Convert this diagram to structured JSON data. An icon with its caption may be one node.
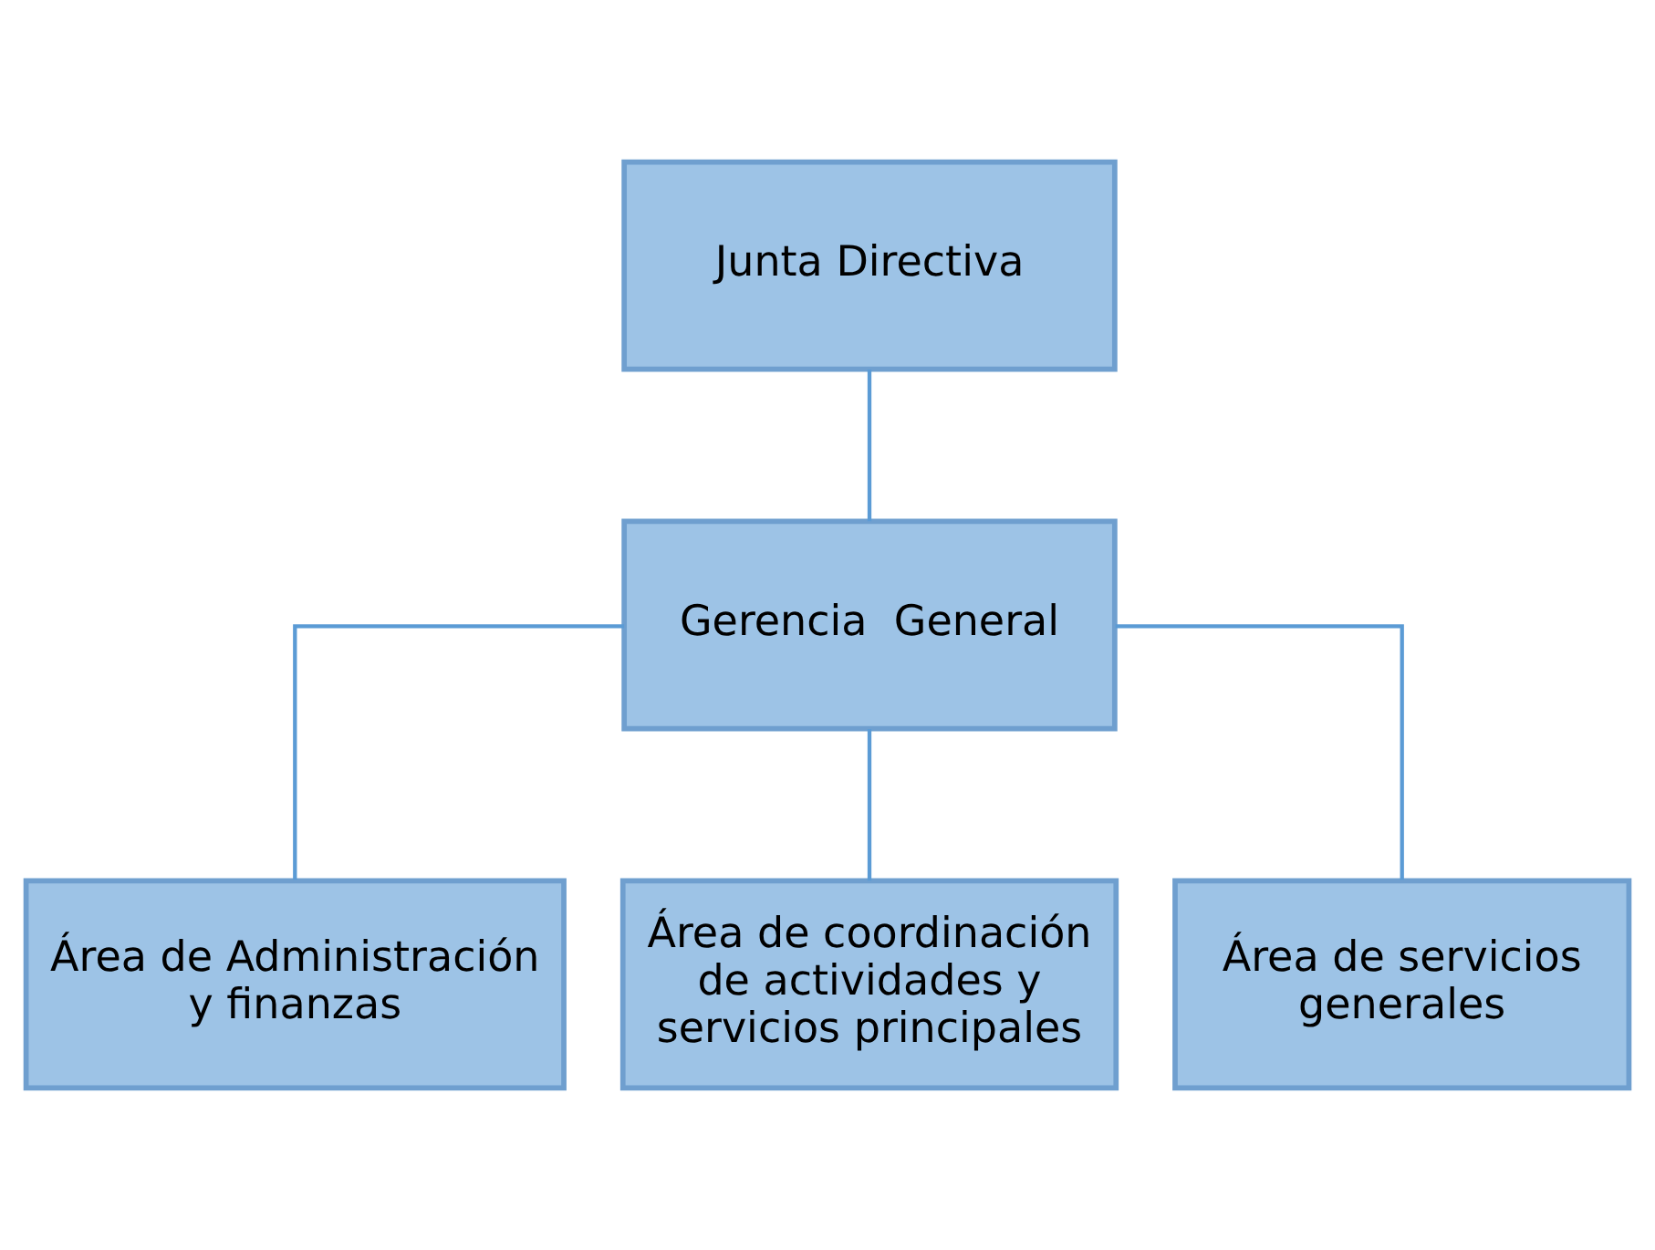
{
  "diagram": {
    "nodes": [
      {
        "text": [
          "Junta Directiva"
        ]
      },
      {
        "text": [
          "Gerencia  General"
        ]
      },
      {
        "text": [
          "Área de Administración y finanzas"
        ]
      },
      {
        "text": [
          "Área de coordinación de actividades y servicios principales"
        ]
      },
      {
        "text": [
          "Área de servicios generales"
        ]
      }
    ],
    "edges": [
      {
        "from": 0,
        "to": 1,
        "arrow": "none"
      },
      {
        "from": 1,
        "to": 2,
        "arrow": "none"
      },
      {
        "from": 1,
        "to": 3,
        "arrow": "none"
      },
      {
        "from": 1,
        "to": 4,
        "arrow": "none"
      }
    ]
  }
}
